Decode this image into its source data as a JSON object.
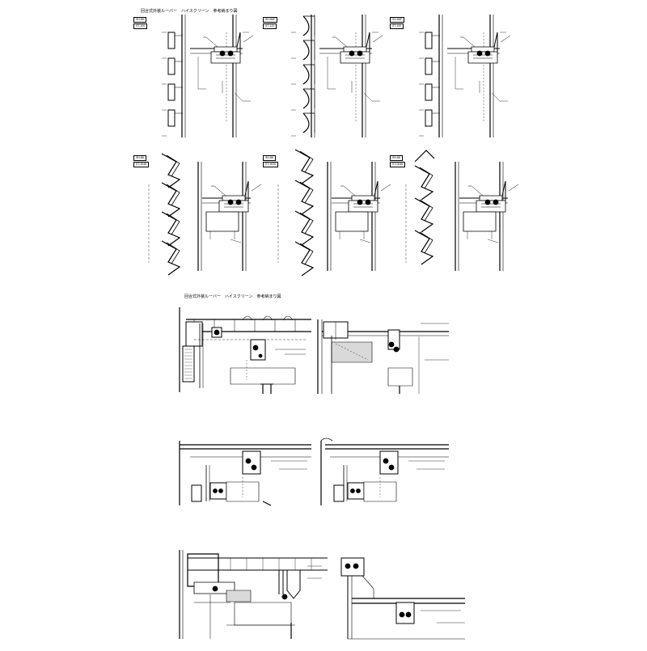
{
  "sheet1": {
    "title": "回合式外装ルーバー　ハイスクリーン　参考納まり図",
    "details": [
      {
        "series": "SH-86",
        "code": "ST-100"
      },
      {
        "series": "SH-86F",
        "code": "ST-120"
      },
      {
        "series": "SH-86F",
        "code": "ST-100"
      },
      {
        "series": "SH-86",
        "code": "ST-9045"
      },
      {
        "series": "SH-86",
        "code": "ST-9030"
      },
      {
        "series": "SH-86",
        "code": "ST-0045"
      }
    ]
  },
  "sheet2": {
    "title": "回合式外装ルーバー　ハイスクリーン　参考納まり図"
  },
  "colors": {
    "line": "#000000",
    "paper": "#ffffff",
    "fill": "#d9d9d9"
  }
}
